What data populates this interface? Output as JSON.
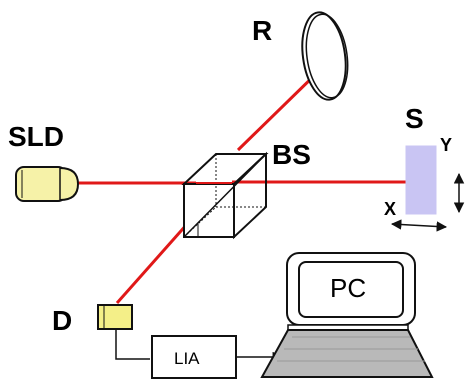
{
  "labels": {
    "reference": "R",
    "source": "SLD",
    "beamsplitter": "BS",
    "sample": "S",
    "axis_y": "Y",
    "axis_x": "X",
    "detector": "D",
    "lockin": "LIA",
    "computer": "PC"
  },
  "colors": {
    "beam": "#e01818",
    "source_body": "#f6f2a8",
    "detector_body": "#f4ef88",
    "sample_fill": "#c9c5f3",
    "screen_fill": "#b9b9b9",
    "outline": "#111111"
  }
}
